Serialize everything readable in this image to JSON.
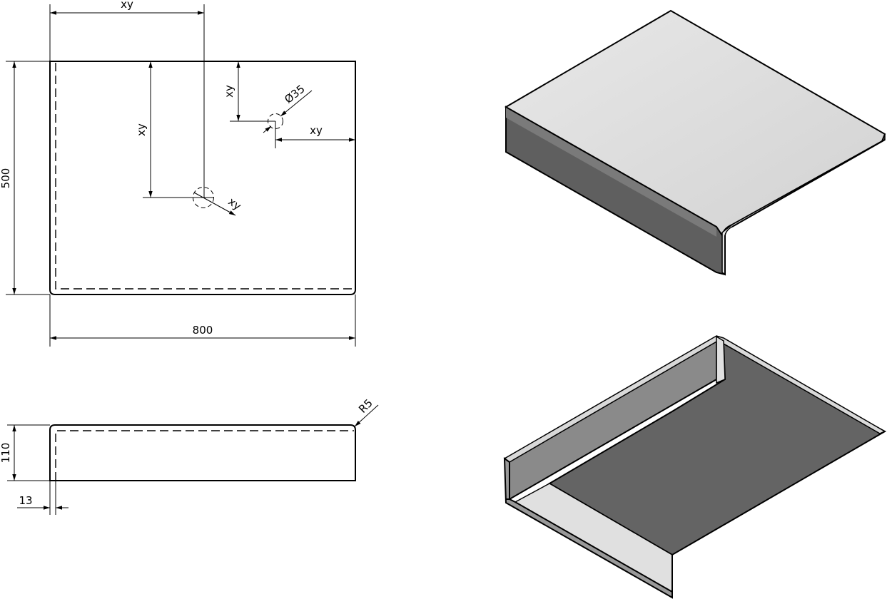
{
  "colors": {
    "line": "#000000",
    "top_face_light": "#dadada",
    "side_face_dark": "#5e5e5e",
    "inner_wall": "#8a8a8a",
    "underside": "#646464",
    "edge_highlight": "#e4e4e4"
  },
  "plan_view": {
    "dim_top_width": "xy",
    "dim_height": "500",
    "dim_width": "800",
    "dim_hole1_vertical": "xy",
    "dim_hole2_vertical": "xy",
    "dim_hole2_diameter": "Ø35",
    "dim_hole2_horizontal": "xy",
    "dim_hole1_diameter": "xy"
  },
  "side_view": {
    "dim_height": "110",
    "dim_thickness": "13",
    "dim_radius": "R5"
  },
  "iso_views": {
    "top_view_label": "",
    "bottom_view_label": ""
  }
}
